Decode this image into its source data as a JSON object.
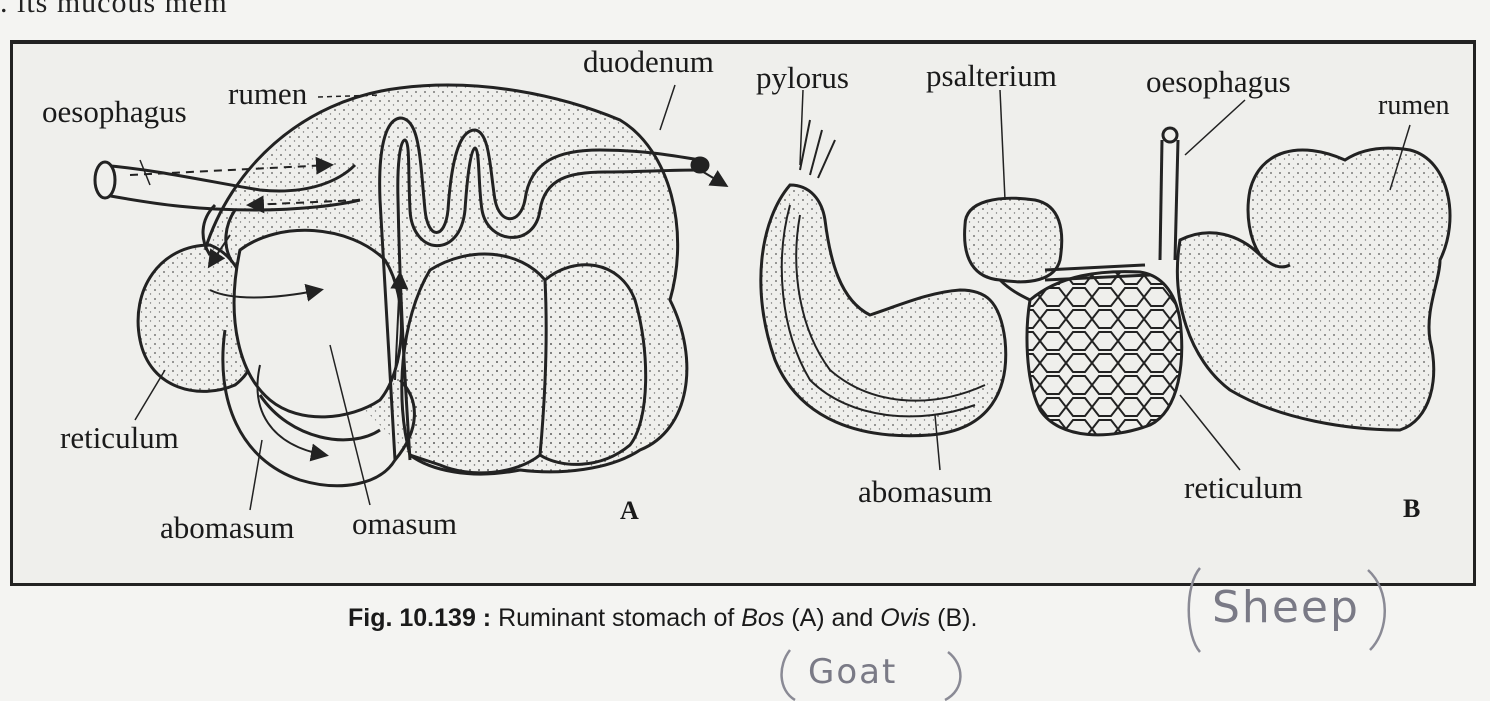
{
  "cropped_top_text": ". its mucous mem",
  "figure_a": {
    "labels": {
      "oesophagus": "oesophagus",
      "rumen": "rumen",
      "duodenum": "duodenum",
      "reticulum": "reticulum",
      "abomasum": "abomasum",
      "omasum": "omasum",
      "panel": "A"
    }
  },
  "figure_b": {
    "labels": {
      "pylorus": "pylorus",
      "psalterium": "psalterium",
      "oesophagus": "oesophagus",
      "rumen": "rumen",
      "abomasum": "abomasum",
      "reticulum": "reticulum",
      "panel": "B"
    }
  },
  "caption": {
    "number": "Fig. 10.139",
    "separator": " : ",
    "text_1": "Ruminant stomach of ",
    "genus_a": "Bos",
    "text_2": " (A) and ",
    "genus_b": "Ovis",
    "text_3": " (B)."
  },
  "handwritten_notes": {
    "sheep": "Sheep",
    "goat": "Goat"
  }
}
